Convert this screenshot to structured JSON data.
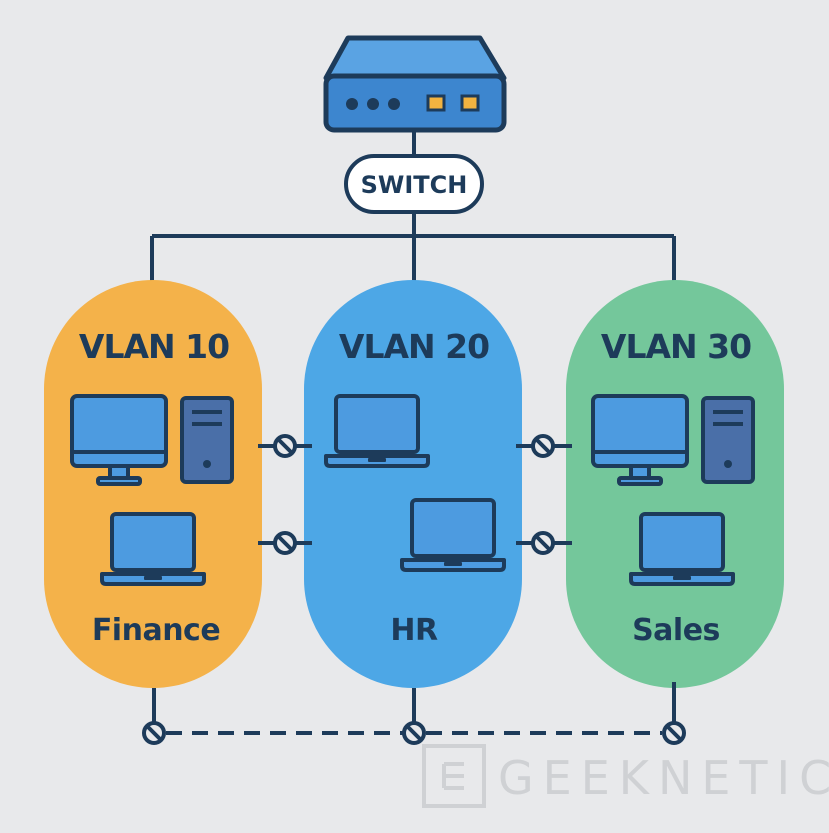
{
  "switch": {
    "label": "SWITCH",
    "icon": "network-switch-icon"
  },
  "vlans": [
    {
      "id": "vlan-10",
      "title": "VLAN 10",
      "department": "Finance",
      "color": "#f4b24a",
      "devices": [
        "desktop-monitor-icon",
        "tower-pc-icon",
        "laptop-icon"
      ]
    },
    {
      "id": "vlan-20",
      "title": "VLAN 20",
      "department": "HR",
      "color": "#4da7e6",
      "devices": [
        "laptop-icon",
        "laptop-icon"
      ]
    },
    {
      "id": "vlan-30",
      "title": "VLAN 30",
      "department": "Sales",
      "color": "#74c79b",
      "devices": [
        "desktop-monitor-icon",
        "tower-pc-icon",
        "laptop-icon"
      ]
    }
  ],
  "blocked_links": {
    "icon": "blocked-link-icon",
    "between": [
      [
        "VLAN 10",
        "VLAN 20"
      ],
      [
        "VLAN 20",
        "VLAN 30"
      ]
    ]
  },
  "colors": {
    "background": "#e8e9eb",
    "outline": "#1d3b5a",
    "device_fill": "#4d9be0",
    "switch_fill": "#3d86cf",
    "port_led": "#f2b340"
  },
  "watermark": {
    "text": "GEEKNETIC"
  }
}
